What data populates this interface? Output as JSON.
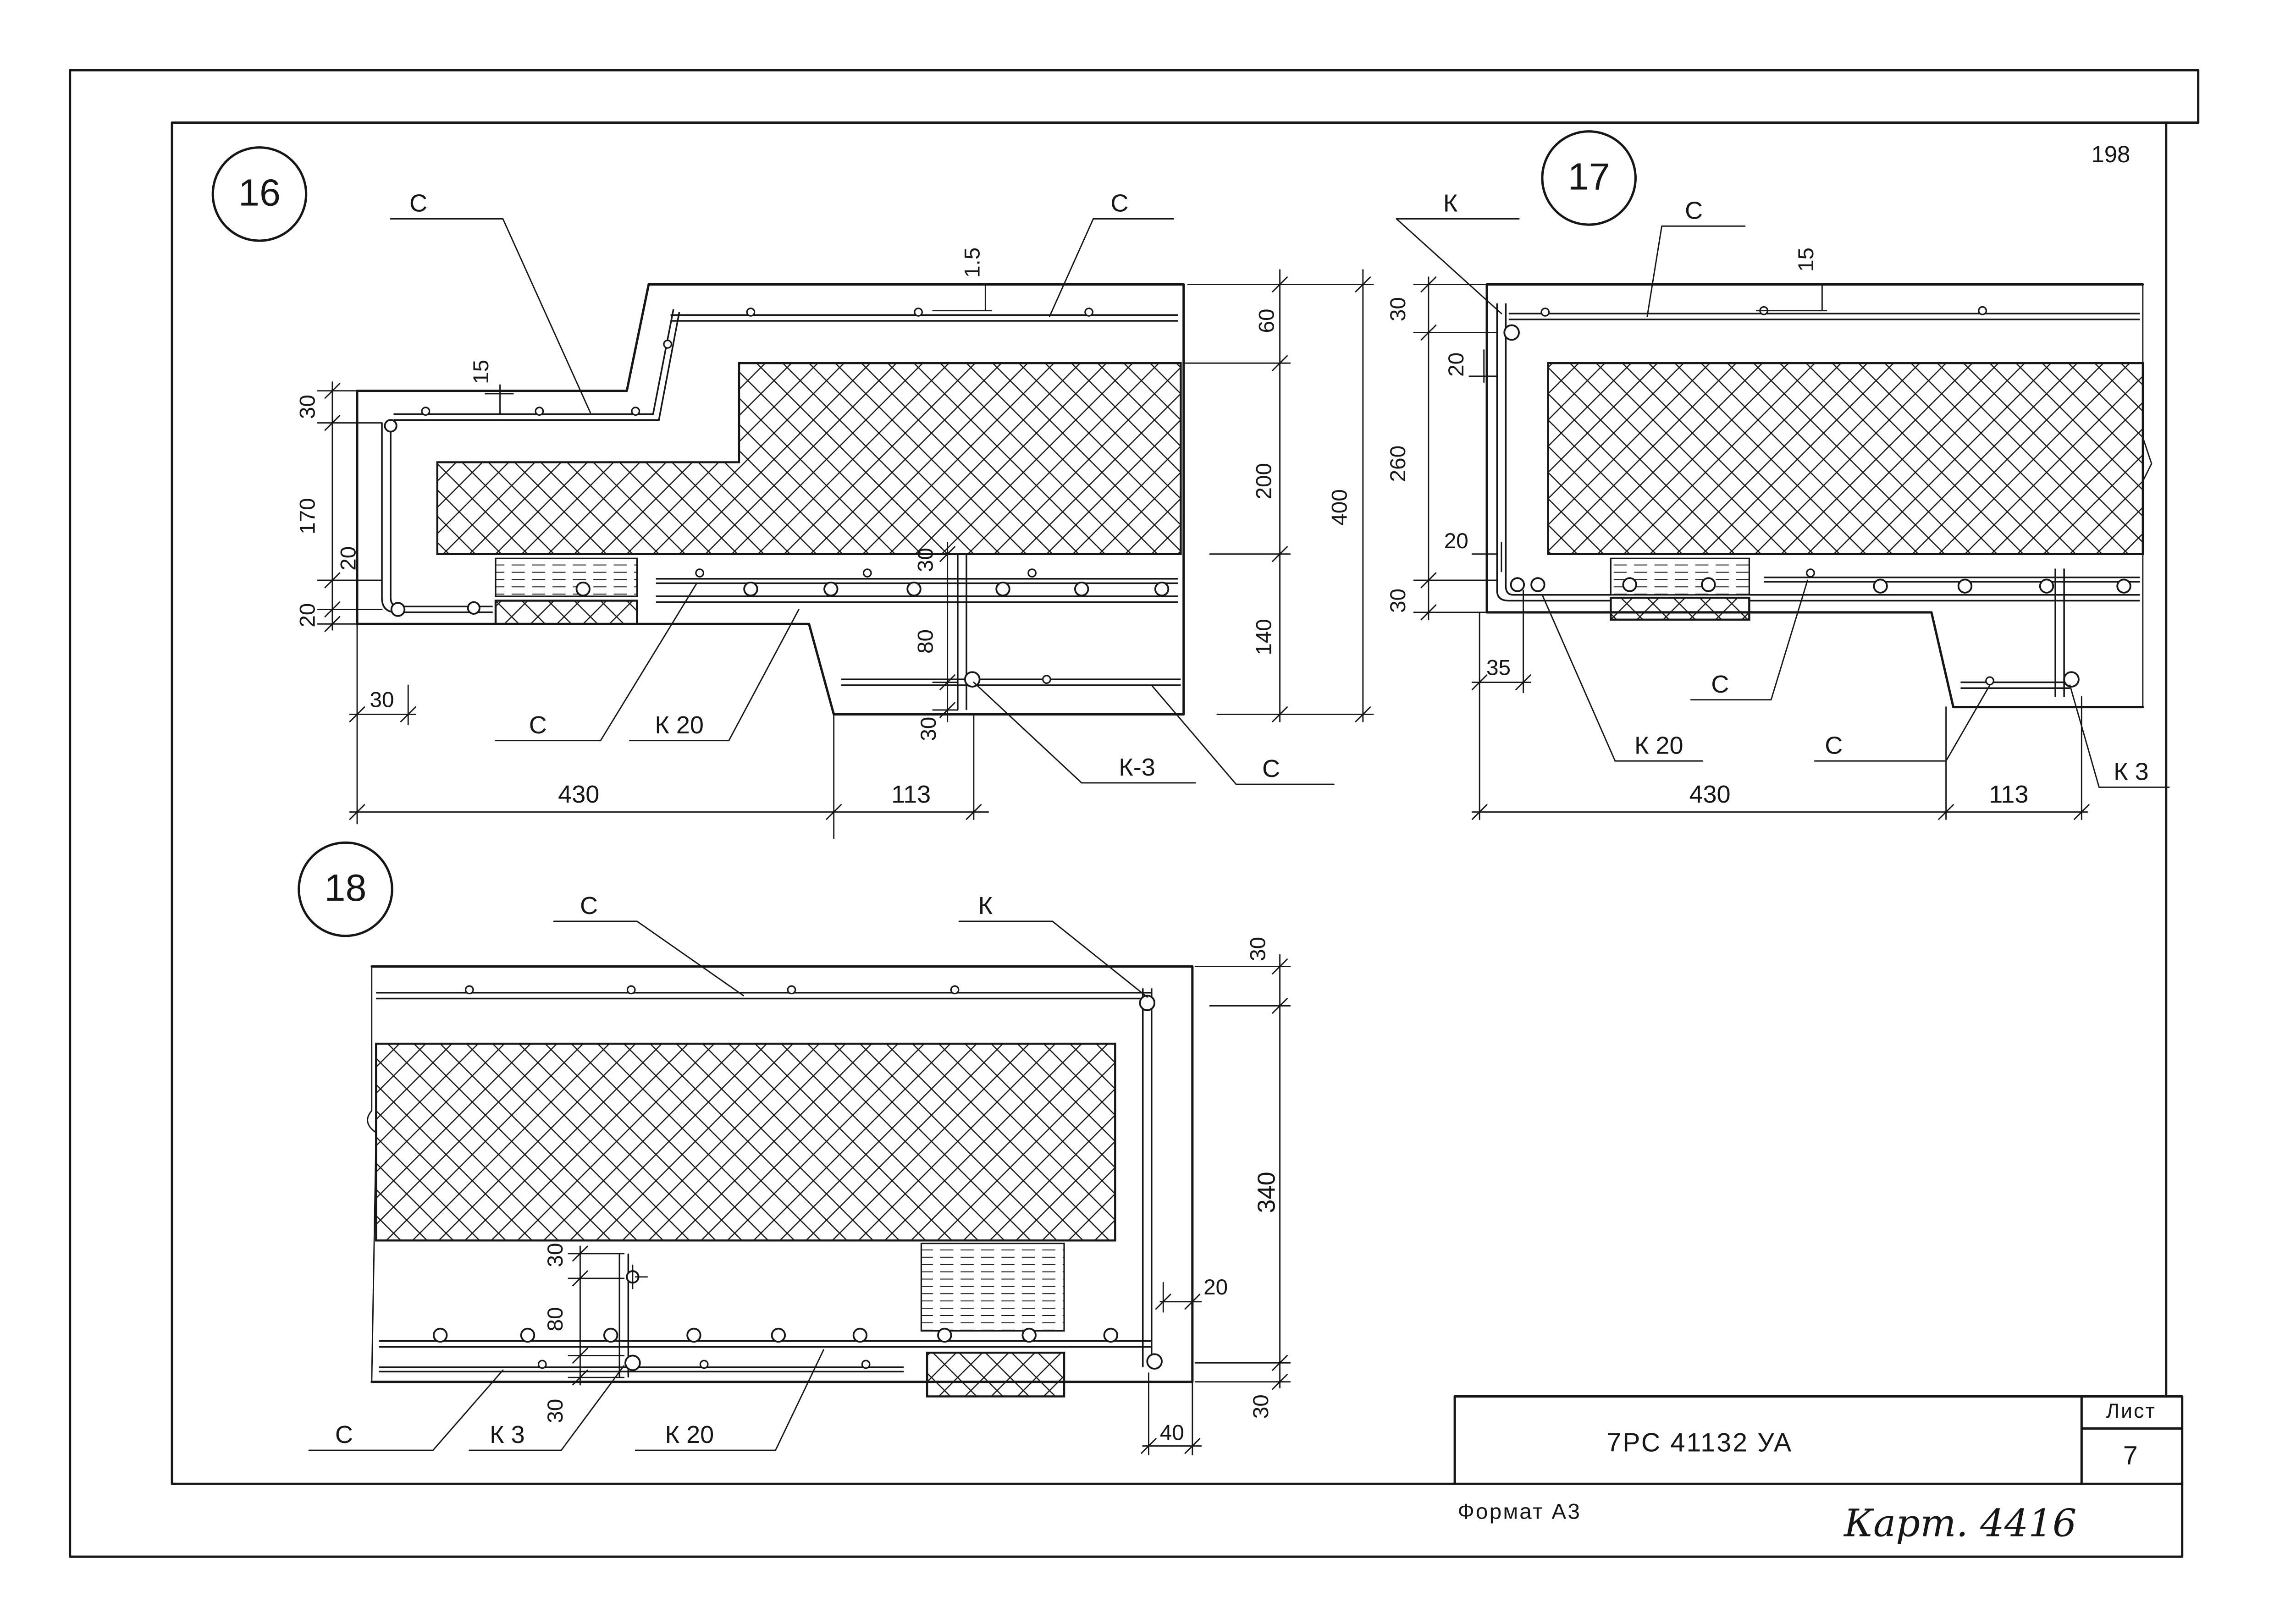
{
  "colors": {
    "ink": "#161616",
    "paper": "#ffffff"
  },
  "sheet": {
    "page_number": "198",
    "format_label": "Формат А3",
    "card_note": "Карт. 4416"
  },
  "title_block": {
    "designation": "7РС 41132 УА",
    "sheet_label": "Лист",
    "sheet_number": "7"
  },
  "detail_16": {
    "number": "16",
    "callouts": {
      "upper_left_mesh": "С",
      "top_mesh": "С",
      "bottom_mesh": "С",
      "bottom_frame": "К 20",
      "pin": "К-3",
      "lower_mesh": "С"
    },
    "dimensions": {
      "top_cover": "1.5",
      "left_cover": "15",
      "left_top": "30",
      "left_height": "170",
      "left_inner": "20",
      "left_bottom": "20",
      "left_offset": "30",
      "right_top": "60",
      "right_insulation": "200",
      "right_total": "400",
      "right_bottom": "140",
      "pin_top": "30",
      "pin_height": "80",
      "pin_bottom": "30",
      "length_main": "430",
      "length_step": "113"
    }
  },
  "detail_17": {
    "number": "17",
    "callouts": {
      "frame": "К",
      "top_mesh": "С",
      "bottom_mesh": "С",
      "bottom_frame": "К 20",
      "lower_mesh": "С",
      "pin": "К 3"
    },
    "dimensions": {
      "top_cover": "15",
      "left_top": "30",
      "left_inner_top": "20",
      "left_height": "260",
      "left_inner_bottom": "20",
      "left_bottom": "30",
      "left_offset": "35",
      "length_main": "430",
      "length_step": "113"
    }
  },
  "detail_18": {
    "number": "18",
    "callouts": {
      "top_mesh": "С",
      "frame": "К",
      "bottom_mesh": "С",
      "pin": "К 3",
      "bottom_frame": "К 20"
    },
    "dimensions": {
      "right_top": "30",
      "right_height": "340",
      "right_bottom": "30",
      "frame_offset": "20",
      "bottom_offset": "40",
      "pin_top": "30",
      "pin_height": "80",
      "pin_bottom": "30"
    }
  }
}
